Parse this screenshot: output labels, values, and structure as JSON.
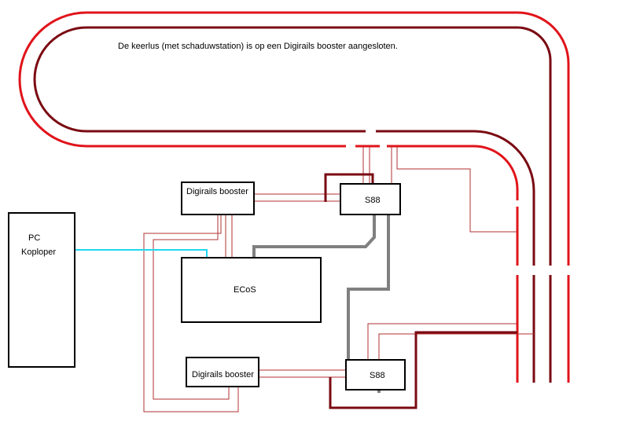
{
  "caption": "De keerlus (met schaduwstation) is op een Digirails booster aangesloten.",
  "pc": {
    "line1": "PC",
    "line2": "Koploper"
  },
  "ecos": "ECoS",
  "booster_top": "Digirails booster",
  "booster_bottom": "Digirails booster",
  "s88_top": "S88",
  "s88_bottom": "S88",
  "colors": {
    "rail_red": "#e0141b",
    "rail_dark": "#7a0a12",
    "wire_thin": "#b03030",
    "s88_bus": "#808080",
    "usb_link": "#20d8f0"
  }
}
